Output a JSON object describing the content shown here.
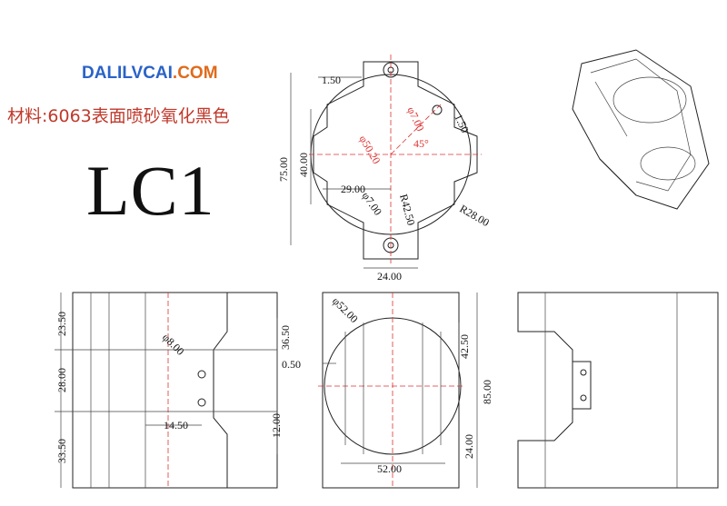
{
  "brand": {
    "part1": "DALILVCAI",
    "part2": ".COM"
  },
  "material": "材料:6063表面喷砂氧化黑色",
  "model": "LC1",
  "dims": {
    "top": {
      "d_1_50_a": "1.50",
      "d_phi7_a": "φ7.00",
      "d_1_50_b": "1.50",
      "d_phi50": "φ50.20",
      "d_45": "45°",
      "d_75": "75.00",
      "d_40": "40.00",
      "d_29": "29.00",
      "d_phi7_b": "φ7.00",
      "d_r42": "R42.50",
      "d_r28": "R28.00",
      "d_24": "24.00"
    },
    "left": {
      "d_23_5": "23.50",
      "d_28": "28.00",
      "d_33_5": "33.50",
      "d_phi8": "φ8.00",
      "d_36_5": "36.50",
      "d_12": "12.00",
      "d_14_5": "14.50"
    },
    "mid": {
      "d_phi52": "φ52.00",
      "d_0_5": "0.50",
      "d_42_5": "42.50",
      "d_85": "85.00",
      "d_24": "24.00",
      "d_52": "52.00"
    }
  }
}
